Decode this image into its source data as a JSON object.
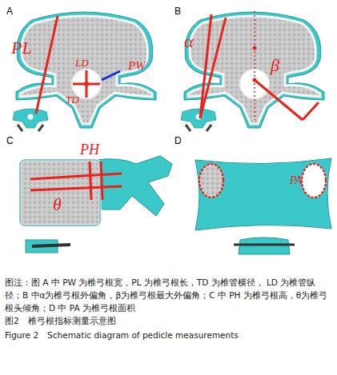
{
  "diagram": {
    "caption": "图2　椎弓根指标测量示意图",
    "labels": [
      "A",
      "PL",
      "LD",
      "TD",
      "PW",
      "B",
      "α",
      "β",
      "C",
      "PH",
      "θ",
      "D",
      "PA",
      "图注：图 A 中 PW 为椎弓根宽，PL 为椎弓根长，TD 为椎管横径， LD 为椎管纵径；B 中α为椎弓根外偏角，β为椎弓根最大外偏角；C 中 PH 为椎弓根高，θ为椎弓根头倾角；D 中 PA 为椎弓根面积",
      "Figure 2　Schematic diagram of pedicle measurements"
    ]
  }
}
